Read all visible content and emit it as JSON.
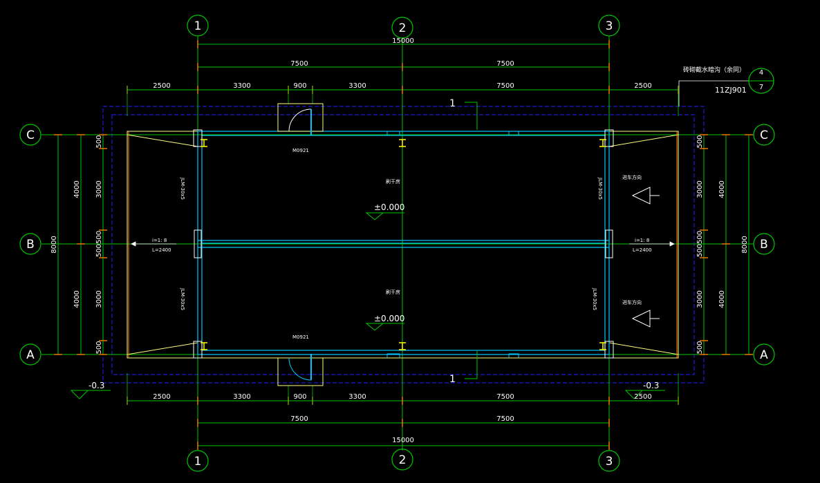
{
  "axes": {
    "columns": [
      "1",
      "2",
      "3"
    ],
    "rows": [
      "C",
      "B",
      "A"
    ]
  },
  "dimensions": {
    "overall_x": "15000",
    "half_x_left": "7500",
    "half_x_right": "7500",
    "detail_top": [
      "2500",
      "3300",
      "900",
      "3300",
      "7500",
      "2500"
    ],
    "detail_bottom": [
      "2500",
      "3300",
      "900",
      "3300",
      "7500",
      "2500"
    ],
    "overall_y": "8000",
    "half_y_top": "4000",
    "half_y_bottom": "4000",
    "detail_y_top": "500",
    "detail_y_room_top": "3000",
    "detail_y_mid": "500500",
    "detail_y_room_bottom": "3000",
    "detail_y_bottom": "500"
  },
  "annotations": {
    "drain_note": "砖砌截水暗沟（余同）",
    "drain_detail_num": "4",
    "drain_detail_sheet": "7",
    "drain_ref": "11ZJ901",
    "section_mark": "1",
    "door_code": "M0921",
    "room_name": "刷干房",
    "floor_level": "±0.000",
    "outside_level": "-0.3",
    "beam_label": "JLM-30x5",
    "slope": "i=1: 8",
    "ramp_length": "L=2400",
    "car_direction": "进车方向"
  },
  "colors": {
    "axis": "#00c800",
    "dimension": "#00c800",
    "tick": "#ff7f00",
    "wall": "#00c8ff",
    "slab_outline": "#ffff80",
    "boundary": "#2020ff",
    "text": "#ffffff"
  }
}
